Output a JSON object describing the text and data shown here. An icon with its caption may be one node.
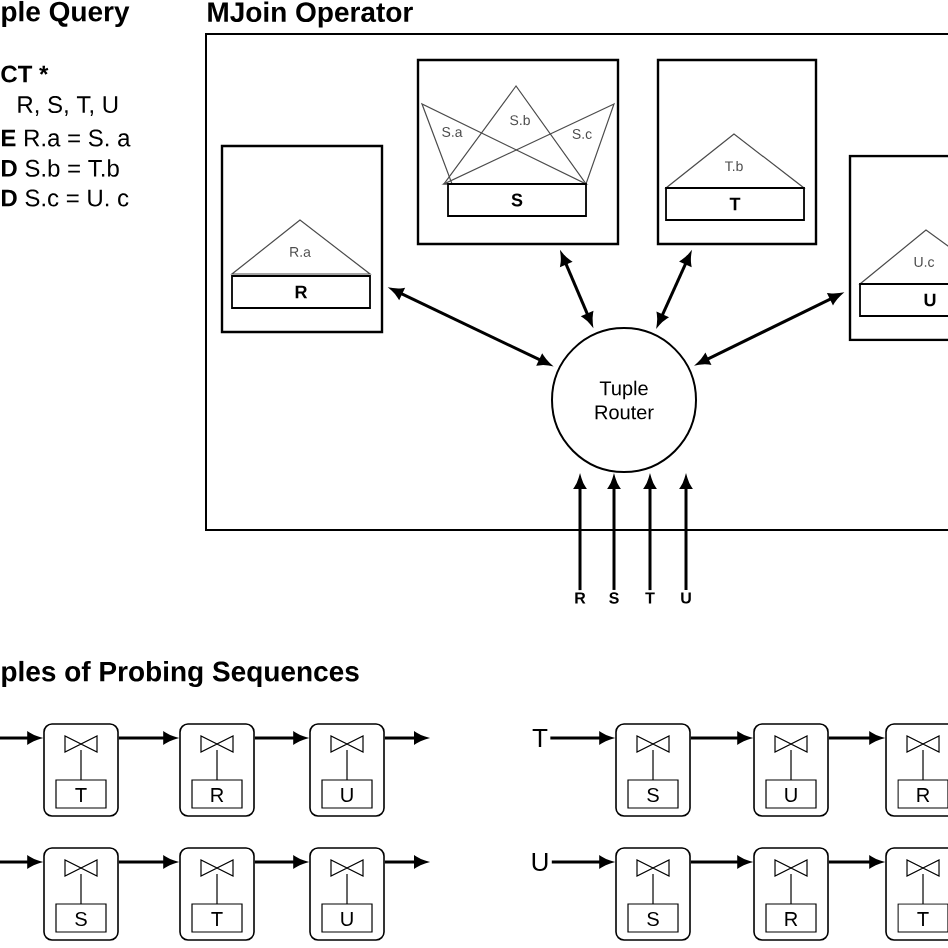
{
  "diagram": {
    "nodes": [
      {
        "text": [
          "MJoin Operator"
        ]
      },
      {
        "text": [],
        "shape": "box",
        "in": 0
      },
      {
        "text": [
          "R.a"
        ],
        "in": 1
      },
      {
        "text": [
          "R"
        ],
        "in": 1
      },
      {
        "text": [],
        "shape": "box",
        "in": 0
      },
      {
        "text": [
          "S.a"
        ],
        "in": 4
      },
      {
        "text": [
          "S.b"
        ],
        "in": 4
      },
      {
        "text": [
          "S.c"
        ],
        "in": 4
      },
      {
        "text": [
          "S"
        ],
        "in": 4
      },
      {
        "text": [],
        "shape": "box",
        "in": 0
      },
      {
        "text": [
          "T.b"
        ],
        "in": 9
      },
      {
        "text": [
          "T"
        ],
        "in": 9
      },
      {
        "text": [],
        "shape": "box",
        "in": 0
      },
      {
        "text": [
          "U.c"
        ],
        "in": 12
      },
      {
        "text": [
          "U"
        ],
        "in": 12
      },
      {
        "text": [
          "Tuple Router"
        ],
        "in": 0
      },
      {
        "text": [
          "R"
        ]
      },
      {
        "text": [
          "S"
        ]
      },
      {
        "text": [
          "T"
        ]
      },
      {
        "text": [
          "U"
        ]
      },
      {
        "text": [
          "T"
        ]
      },
      {
        "text": [
          "R"
        ]
      },
      {
        "text": [
          "U"
        ]
      },
      {
        "text": [
          "S"
        ]
      },
      {
        "text": [
          "T"
        ]
      },
      {
        "text": [
          "U"
        ]
      },
      {
        "text": [
          "T"
        ]
      },
      {
        "text": [
          "S"
        ]
      },
      {
        "text": [
          "U"
        ]
      },
      {
        "text": [
          "R"
        ]
      },
      {
        "text": [
          "U"
        ]
      },
      {
        "text": [
          "S"
        ]
      },
      {
        "text": [
          "R"
        ]
      },
      {
        "text": [
          "T"
        ]
      }
    ],
    "edges": [
      {
        "from": 15,
        "to": 1,
        "arrow": "both"
      },
      {
        "from": 15,
        "to": 4,
        "arrow": "both"
      },
      {
        "from": 15,
        "to": 9,
        "arrow": "both"
      },
      {
        "from": 15,
        "to": 12,
        "arrow": "both"
      },
      {
        "from": 16,
        "to": 15,
        "arrow": "to"
      },
      {
        "from": 17,
        "to": 15,
        "arrow": "to"
      },
      {
        "from": 18,
        "to": 15,
        "arrow": "to"
      },
      {
        "from": 19,
        "to": 15,
        "arrow": "to"
      },
      {
        "from": null,
        "to": 20,
        "arrow": "to"
      },
      {
        "from": 20,
        "to": 21,
        "arrow": "to"
      },
      {
        "from": 21,
        "to": 22,
        "arrow": "to"
      },
      {
        "from": 22,
        "to": null,
        "arrow": "to"
      },
      {
        "from": null,
        "to": 23,
        "arrow": "to"
      },
      {
        "from": 23,
        "to": 24,
        "arrow": "to"
      },
      {
        "from": 24,
        "to": 25,
        "arrow": "to"
      },
      {
        "from": 25,
        "to": null,
        "arrow": "to"
      },
      {
        "from": 26,
        "to": 27,
        "arrow": "to"
      },
      {
        "from": 27,
        "to": 28,
        "arrow": "to"
      },
      {
        "from": 28,
        "to": 29,
        "arrow": "to"
      },
      {
        "from": 30,
        "to": 31,
        "arrow": "to"
      },
      {
        "from": 31,
        "to": 32,
        "arrow": "to"
      },
      {
        "from": 32,
        "to": 33,
        "arrow": "to"
      }
    ],
    "labels": [
      "ple Query",
      "CT *",
      "R,  S,  T, U",
      "**E** R.a = S. a",
      "**D** S.b = T.b",
      "**D** S.c = U. c",
      "ples of Probing Sequences"
    ]
  }
}
